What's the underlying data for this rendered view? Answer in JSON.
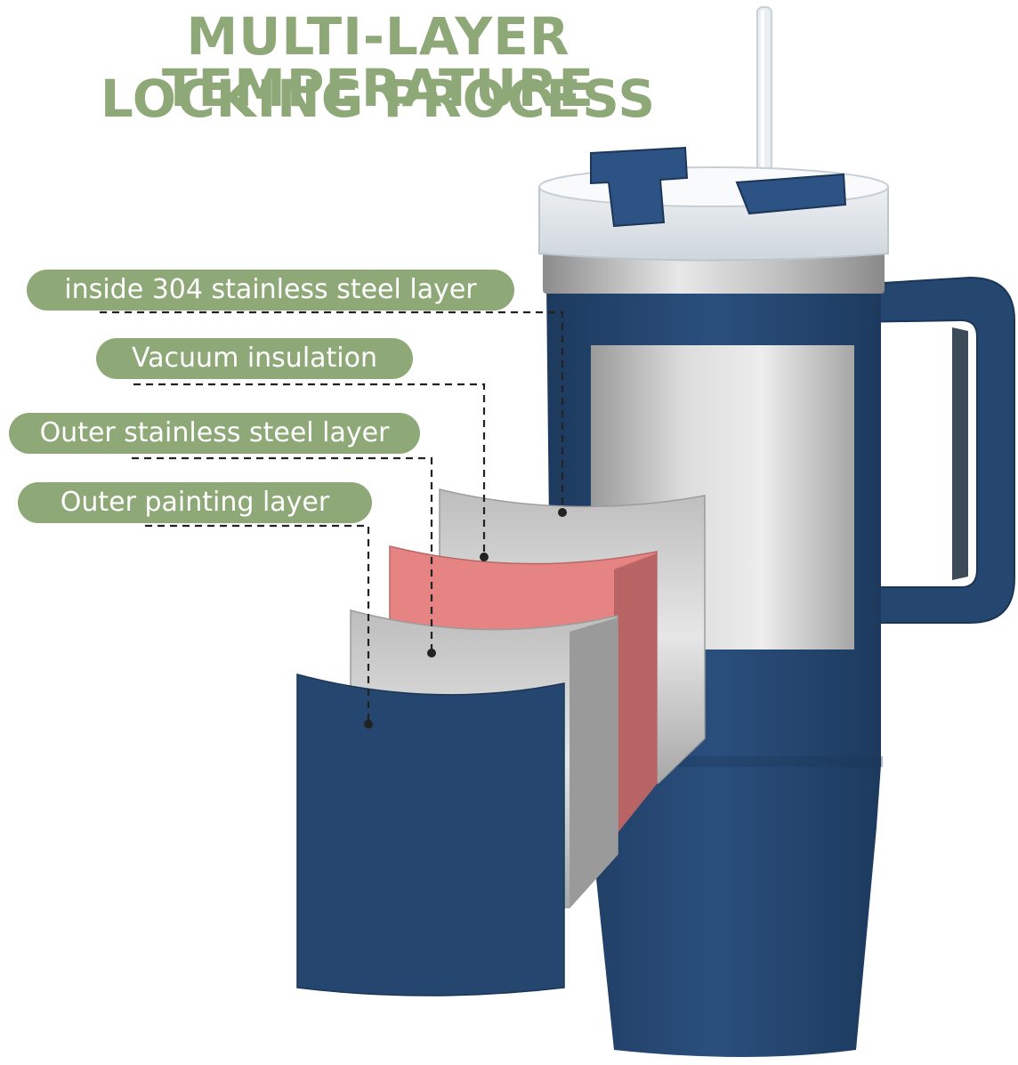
{
  "title": {
    "line1": "MULTI-LAYER TEMPERATURE",
    "line2": "LOCKING PROCESS"
  },
  "labels": [
    "inside 304 stainless steel layer",
    "Vacuum insulation",
    "Outer stainless steel layer",
    "Outer painting layer"
  ],
  "colors": {
    "accent": "#8fa878",
    "tumbler_blue": "#24466f",
    "tumbler_blue_dark": "#1b3657",
    "vacuum_red": "#e68080",
    "steel": "#c8c8c8"
  },
  "illustration": {
    "subject": "tumbler-with-handle-and-straw"
  }
}
